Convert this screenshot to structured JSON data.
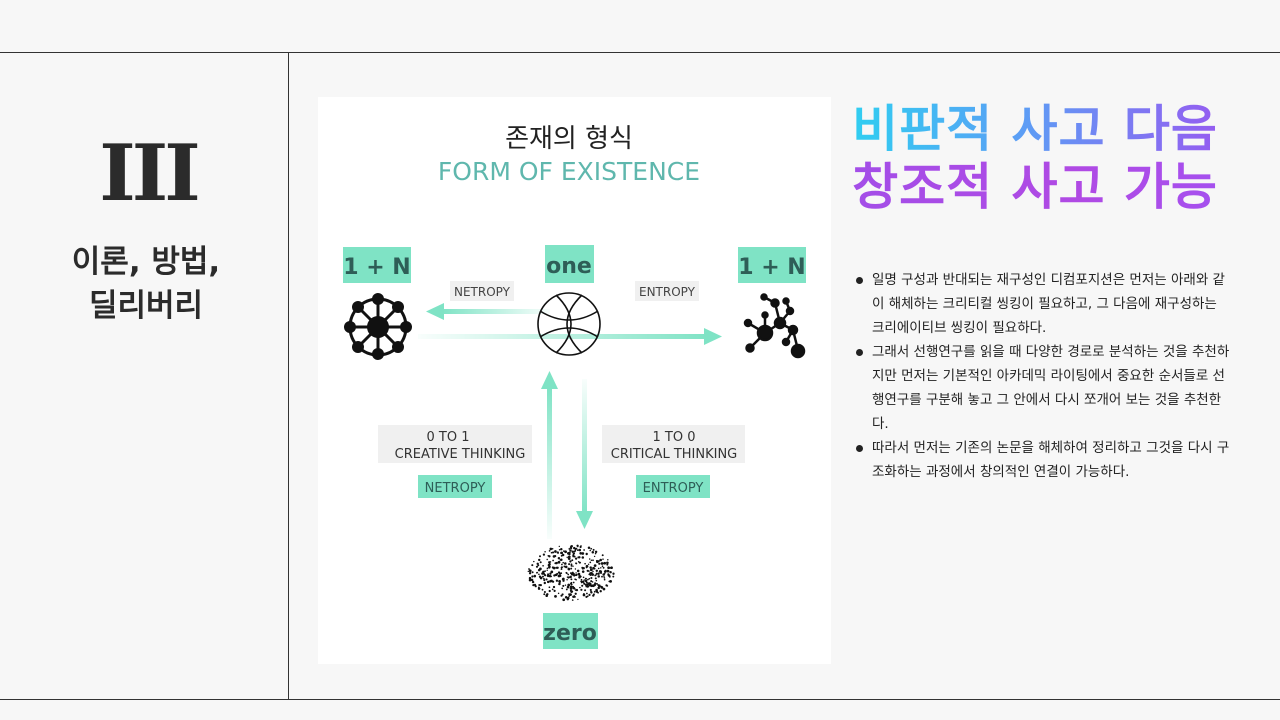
{
  "section": {
    "numeral": "III",
    "title_line1": "이론, 방법,",
    "title_line2": "딜리버리"
  },
  "diagram": {
    "title_ko": "존재의 형식",
    "title_en": "FORM OF EXISTENCE",
    "label_left": "1 + N",
    "label_center": "one",
    "label_right": "1 + N",
    "arrow_left_label": "NETROPY",
    "arrow_right_label": "ENTROPY",
    "left_box_line1": "0 TO 1",
    "left_box_line2": "CREATIVE THINKING",
    "right_box_line1": "1 TO 0",
    "right_box_line2": "CRITICAL THINKING",
    "left_tag": "NETROPY",
    "right_tag": "ENTROPY",
    "label_bottom": "zero",
    "colors": {
      "mint": "#7fe3c5",
      "teal_text": "#5fb7ad"
    }
  },
  "heading": {
    "line1": "비판적 사고 다음",
    "line2": "창조적 사고 가능"
  },
  "bullets": [
    "일명 구성과 반대되는 재구성인 디컴포지션은 먼저는 아래와 같이 해체하는 크리티컬 씽킹이 필요하고, 그 다음에 재구성하는 크리에이티브 씽킹이 필요하다.",
    "그래서 선행연구를 읽을 때 다양한 경로로 분석하는 것을 추천하지만 먼저는 기본적인 아카데믹 라이팅에서 중요한 순서들로 선행연구를 구분해 놓고 그 안에서 다시 쪼개어 보는 것을 추천한다.",
    "따라서 먼저는 기존의 논문을 해체하여 정리하고 그것을 다시 구조화하는 과정에서 창의적인 연결이 가능하다."
  ]
}
